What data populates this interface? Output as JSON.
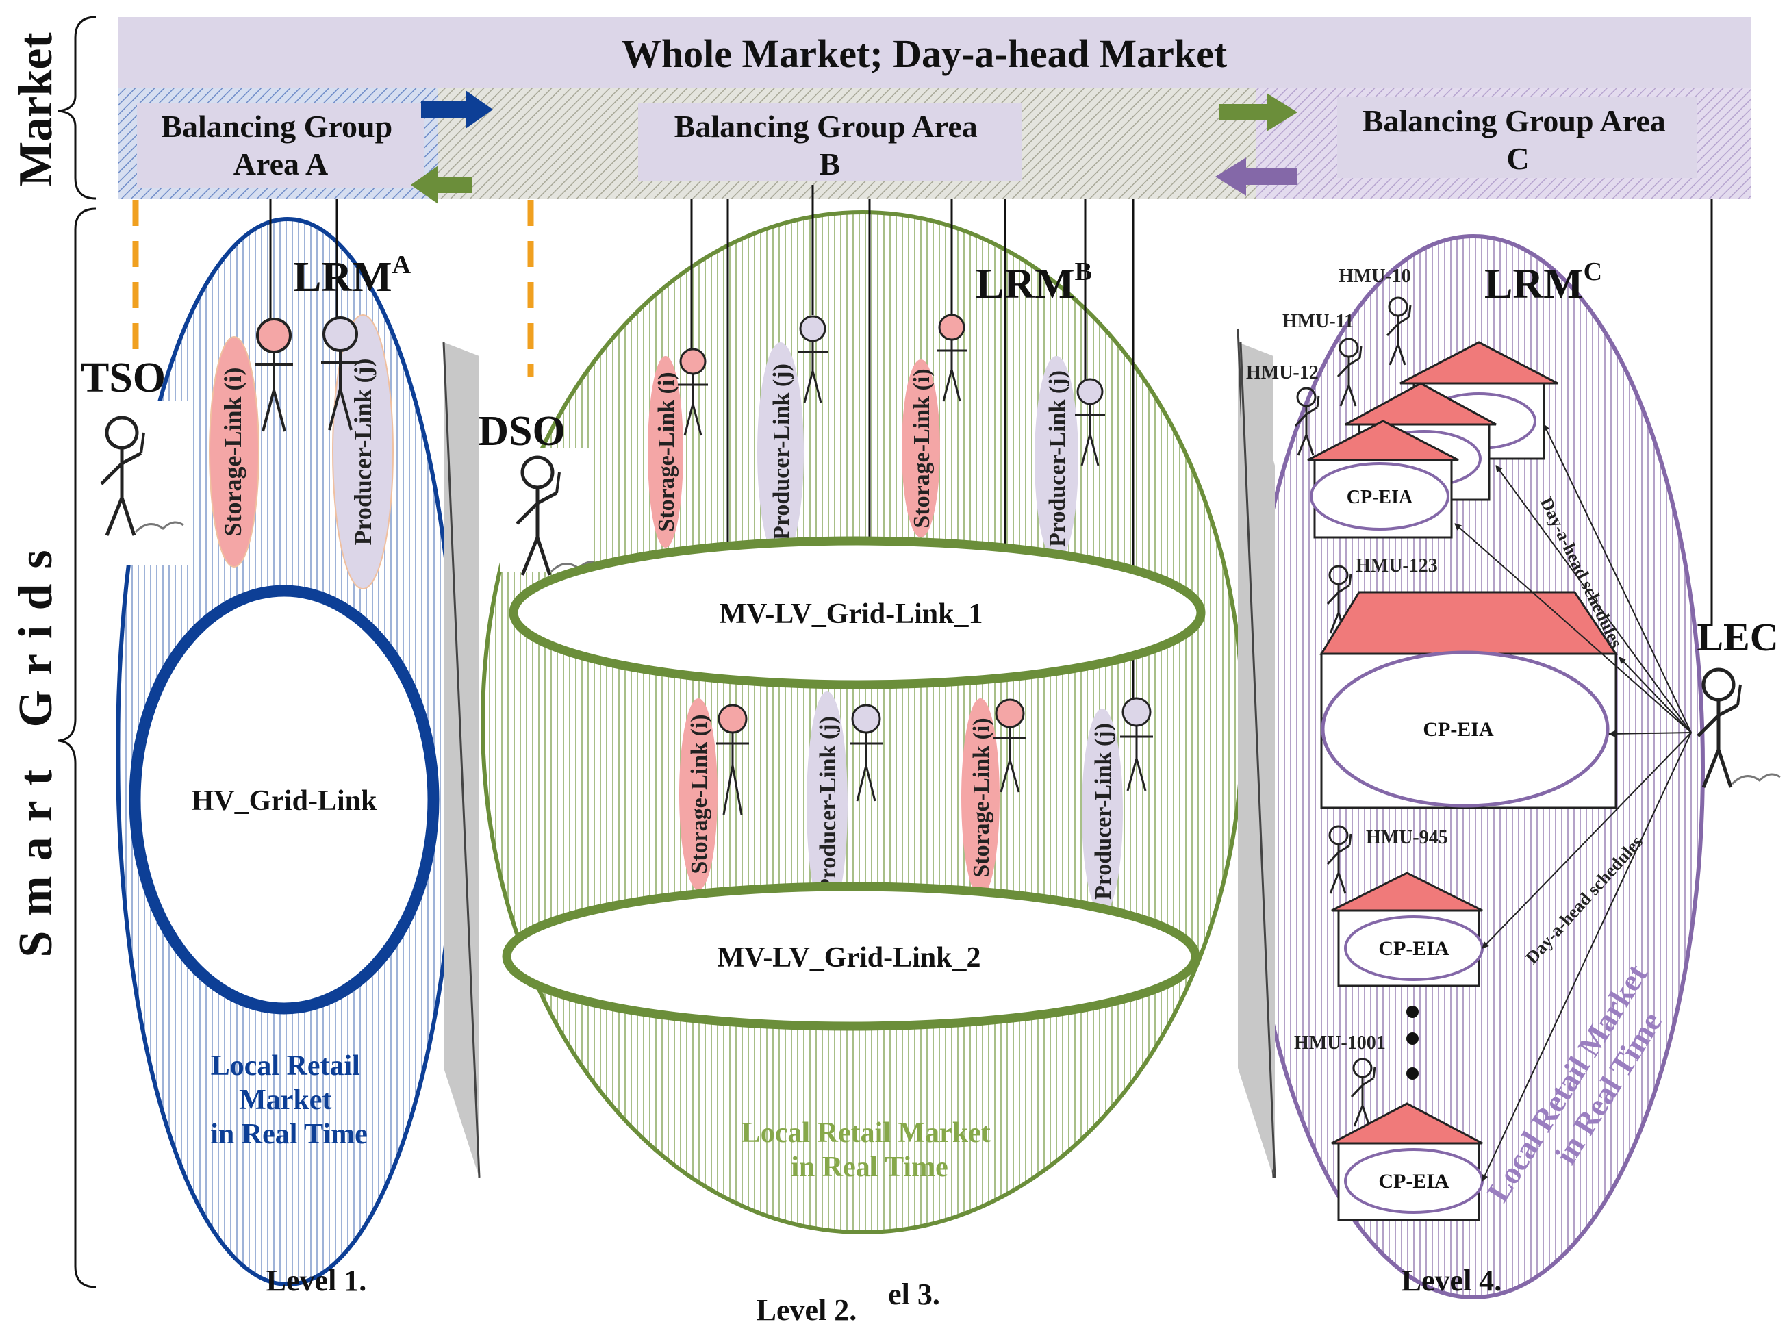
{
  "colors": {
    "blue": "#0d3f96",
    "green": "#6b8e3a",
    "purple": "#8468a8",
    "orange": "#f0a020",
    "pink": "#f4a6a6",
    "lavender": "#dcd6e8",
    "roof": "#f07a7a"
  },
  "side_labels": {
    "market": "Market",
    "smart_grids": "Smart Grids"
  },
  "market": {
    "title": "Whole Market; Day-a-head Market",
    "area_a": [
      "Balancing Group",
      "Area A"
    ],
    "area_b": [
      "Balancing Group Area",
      "B"
    ],
    "area_c": [
      "Balancing Group Area",
      "C"
    ]
  },
  "actors": {
    "tso": "TSO",
    "dso": "DSO",
    "lec": "LEC"
  },
  "lrm": {
    "a": {
      "base": "LRM",
      "sup": "A"
    },
    "b": {
      "base": "LRM",
      "sup": "B"
    },
    "c": {
      "base": "LRM",
      "sup": "C"
    }
  },
  "links": {
    "storage": "Storage-Link (i)",
    "producer": "Producer-Link (j)"
  },
  "grid_links": {
    "hv": "HV_Grid-Link",
    "mvlv1": "MV-LV_Grid-Link_1",
    "mvlv2": "MV-LV_Grid-Link_2"
  },
  "retail": {
    "a": [
      "Local Retail",
      "Market",
      "in Real Time"
    ],
    "b": [
      "Local Retail Market",
      "in Real Time"
    ],
    "c": [
      "Local Retail Market",
      "in Real Time"
    ]
  },
  "hmu": [
    "HMU-10",
    "HMU-11",
    "HMU-12",
    "HMU-123",
    "HMU-945",
    "HMU-1001"
  ],
  "cp_labels": [
    "CP-EIA",
    "CP-EIA",
    "CP-EIA",
    "CP-EIA"
  ],
  "schedules": [
    "Day-a-head schedules",
    "Day-a-head schedules"
  ],
  "levels": {
    "l1": "Level 1.",
    "l2": "Level 2.",
    "l3": "el 3.",
    "l4": "Level 4."
  }
}
